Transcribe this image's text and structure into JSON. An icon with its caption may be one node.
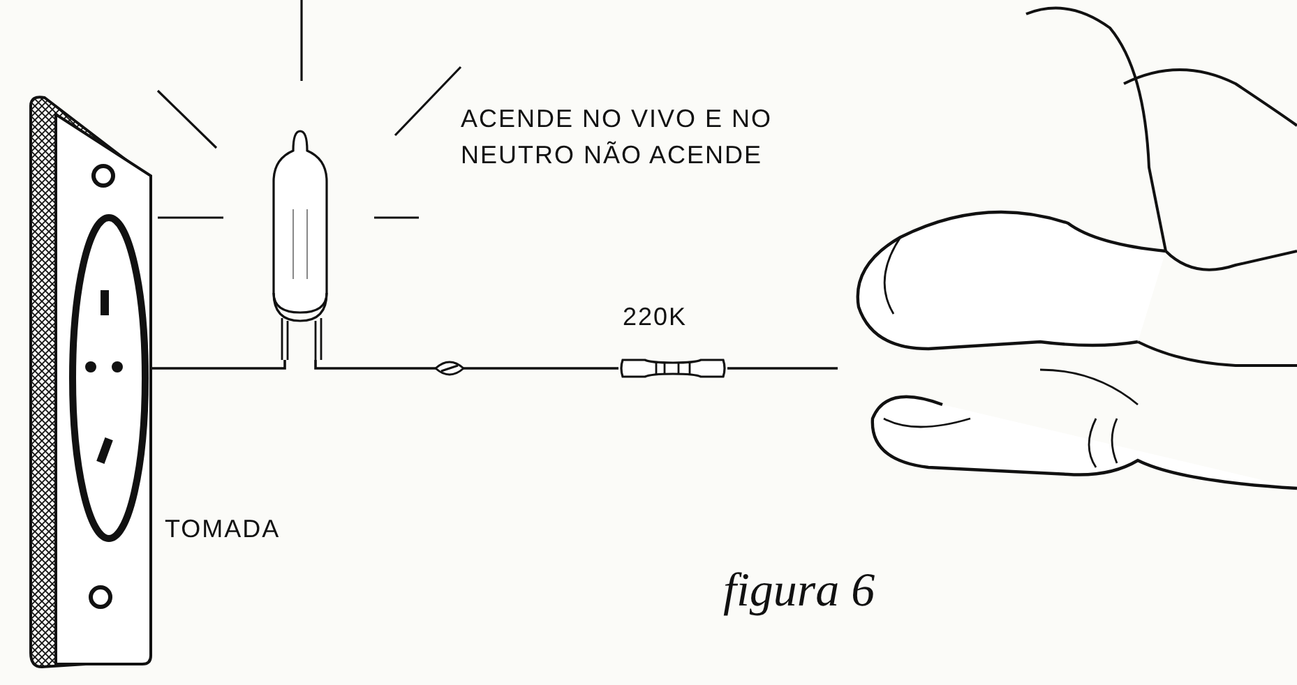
{
  "diagram": {
    "caption": "figura 6",
    "nodes": [
      {
        "text": [],
        "shape": "picture",
        "beside": [
          "TOMADA"
        ]
      },
      {
        "text": [],
        "shape": "picture"
      },
      {
        "text": [],
        "shape": "picture",
        "beside": [
          "220K"
        ]
      },
      {
        "text": [],
        "shape": "picture"
      }
    ],
    "edges": [
      {
        "from": 0,
        "to": 1,
        "arrow": "none"
      },
      {
        "from": 1,
        "to": 2,
        "arrow": "none"
      },
      {
        "from": 2,
        "to": 3,
        "arrow": "none"
      }
    ],
    "labels": [
      "ACENDE NO VIVO E NO NEUTRO NÃO ACENDE"
    ]
  }
}
